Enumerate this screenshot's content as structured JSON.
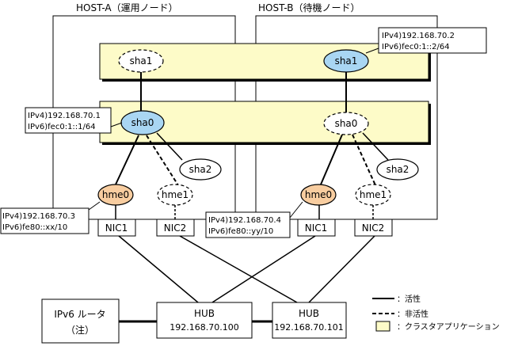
{
  "hosts": {
    "a": {
      "title": "HOST-A（運用ノード）"
    },
    "b": {
      "title": "HOST-B（待機ノード）"
    }
  },
  "nodes": {
    "a_sha1": "sha1",
    "a_sha0": "sha0",
    "a_sha2": "sha2",
    "a_hme0": "hme0",
    "a_hme1": "hme1",
    "a_nic1": "NIC1",
    "a_nic2": "NIC2",
    "b_sha1": "sha1",
    "b_sha0": "sha0",
    "b_sha2": "sha2",
    "b_hme0": "hme0",
    "b_hme1": "hme1",
    "b_nic1": "NIC1",
    "b_nic2": "NIC2"
  },
  "addresses": {
    "b_sha1": {
      "v4": "IPv4)192.168.70.2",
      "v6": "IPv6)fec0:1::2/64"
    },
    "a_sha0": {
      "v4": "IPv4)192.168.70.1",
      "v6": "IPv6)fec0:1::1/64"
    },
    "a_hme0": {
      "v4": "IPv4)192.168.70.3",
      "v6": "IPv6)fe80::xx/10"
    },
    "b_hme0": {
      "v4": "IPv4)192.168.70.4",
      "v6": "IPv6)fe80::yy/10"
    }
  },
  "hubs": {
    "hub1": {
      "label": "HUB",
      "ip": "192.168.70.100"
    },
    "hub2": {
      "label": "HUB",
      "ip": "192.168.70.101"
    }
  },
  "router": {
    "label": "IPv6 ルータ",
    "note": "（注）"
  },
  "legend": {
    "active": "：活性",
    "inactive": "：非活性",
    "cluster_app": "：クラスタアプリケーション"
  },
  "colors": {
    "cluster_band": "#fdfbc8",
    "active_sha": "#a9d6f3",
    "active_hme": "#f8cda0",
    "line": "#000000"
  }
}
